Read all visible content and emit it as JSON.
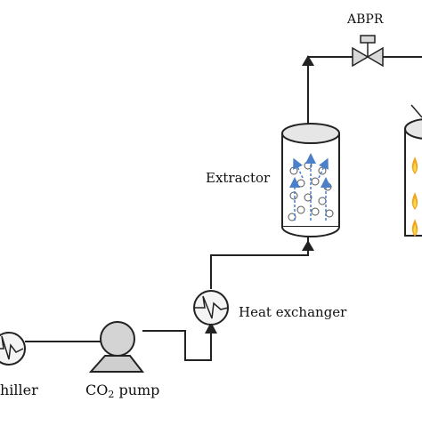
{
  "labels": {
    "chiller": "hiller",
    "co2_pump_main": "CO",
    "co2_pump_sub": "2",
    "co2_pump_rest": " pump",
    "heat_exchanger": "Heat exchanger",
    "extractor": "Extractor",
    "abpr": "ABPR"
  },
  "colors": {
    "line": "#222222",
    "vessel_fill": "#ffffff",
    "vessel_top": "#e6e6e6",
    "flow_arrow": "#4a7fc9",
    "bubble": "#ffffff",
    "flame_outer": "#f2a31b",
    "flame_inner": "#ffd84a",
    "pump_fill": "#d4d4d4",
    "valve_fill": "#d9d9d9"
  },
  "icons": {
    "chiller": "heat-exchanger-coil-icon",
    "pump": "centrifugal-pump-icon",
    "heat_exchanger": "heat-exchanger-coil-icon",
    "valve": "back-pressure-valve-icon",
    "separator": "separator-vessel-icon"
  }
}
